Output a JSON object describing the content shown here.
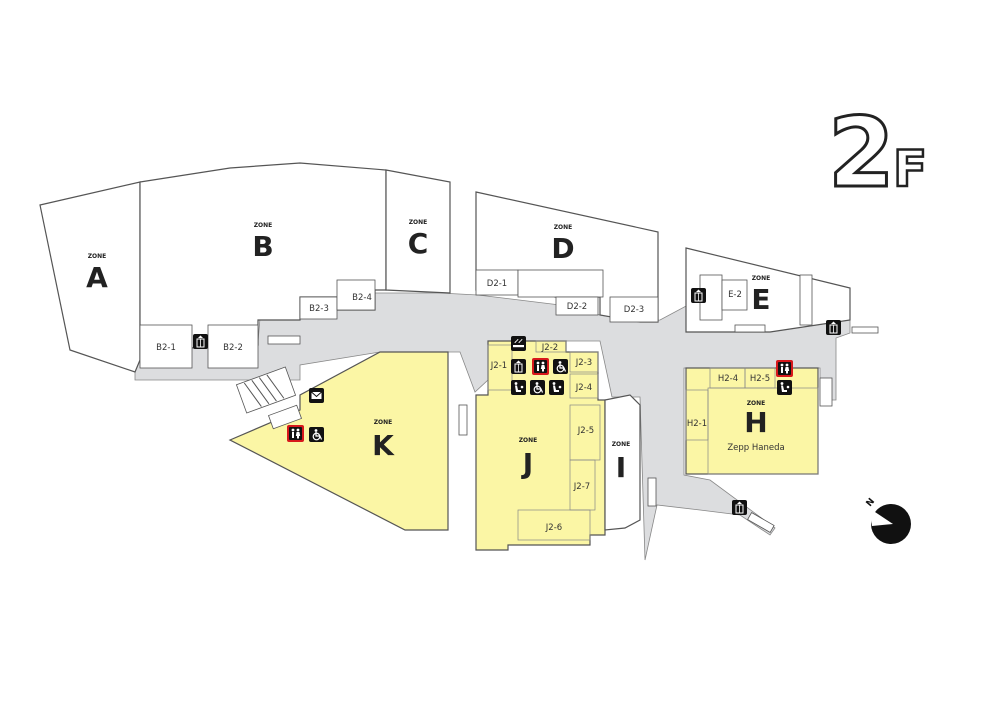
{
  "floor": {
    "number": "2",
    "suffix": "F"
  },
  "zone_word": "ZONE",
  "zones": {
    "A": "A",
    "B": "B",
    "C": "C",
    "D": "D",
    "E": "E",
    "H": "H",
    "I": "I",
    "J": "J",
    "K": "K"
  },
  "venue": "Zepp Haneda",
  "units": {
    "b2_1": "B2-1",
    "b2_2": "B2-2",
    "b2_3": "B2-3",
    "b2_4": "B2-4",
    "d2_1": "D2-1",
    "d2_2": "D2-2",
    "d2_3": "D2-3",
    "e2": "E-2",
    "h2_1": "H2-1",
    "h2_4": "H2-4",
    "h2_5": "H2-5",
    "j2_1": "J2-1",
    "j2_2": "J2-2",
    "j2_3": "J2-3",
    "j2_4": "J2-4",
    "j2_5": "J2-5",
    "j2_6": "J2-6",
    "j2_7": "J2-7"
  },
  "compass": "N",
  "icons": [
    "elevator-icon",
    "restroom-icon",
    "wheelchair-icon",
    "mail-icon",
    "baby-care-icon",
    "smoking-area-icon"
  ],
  "colors": {
    "corridor": "#dcdddf",
    "highlight_zone": "#fbf6a5",
    "outline": "#555555",
    "restroom_border": "#d7191c",
    "icon_bg": "#111111"
  }
}
